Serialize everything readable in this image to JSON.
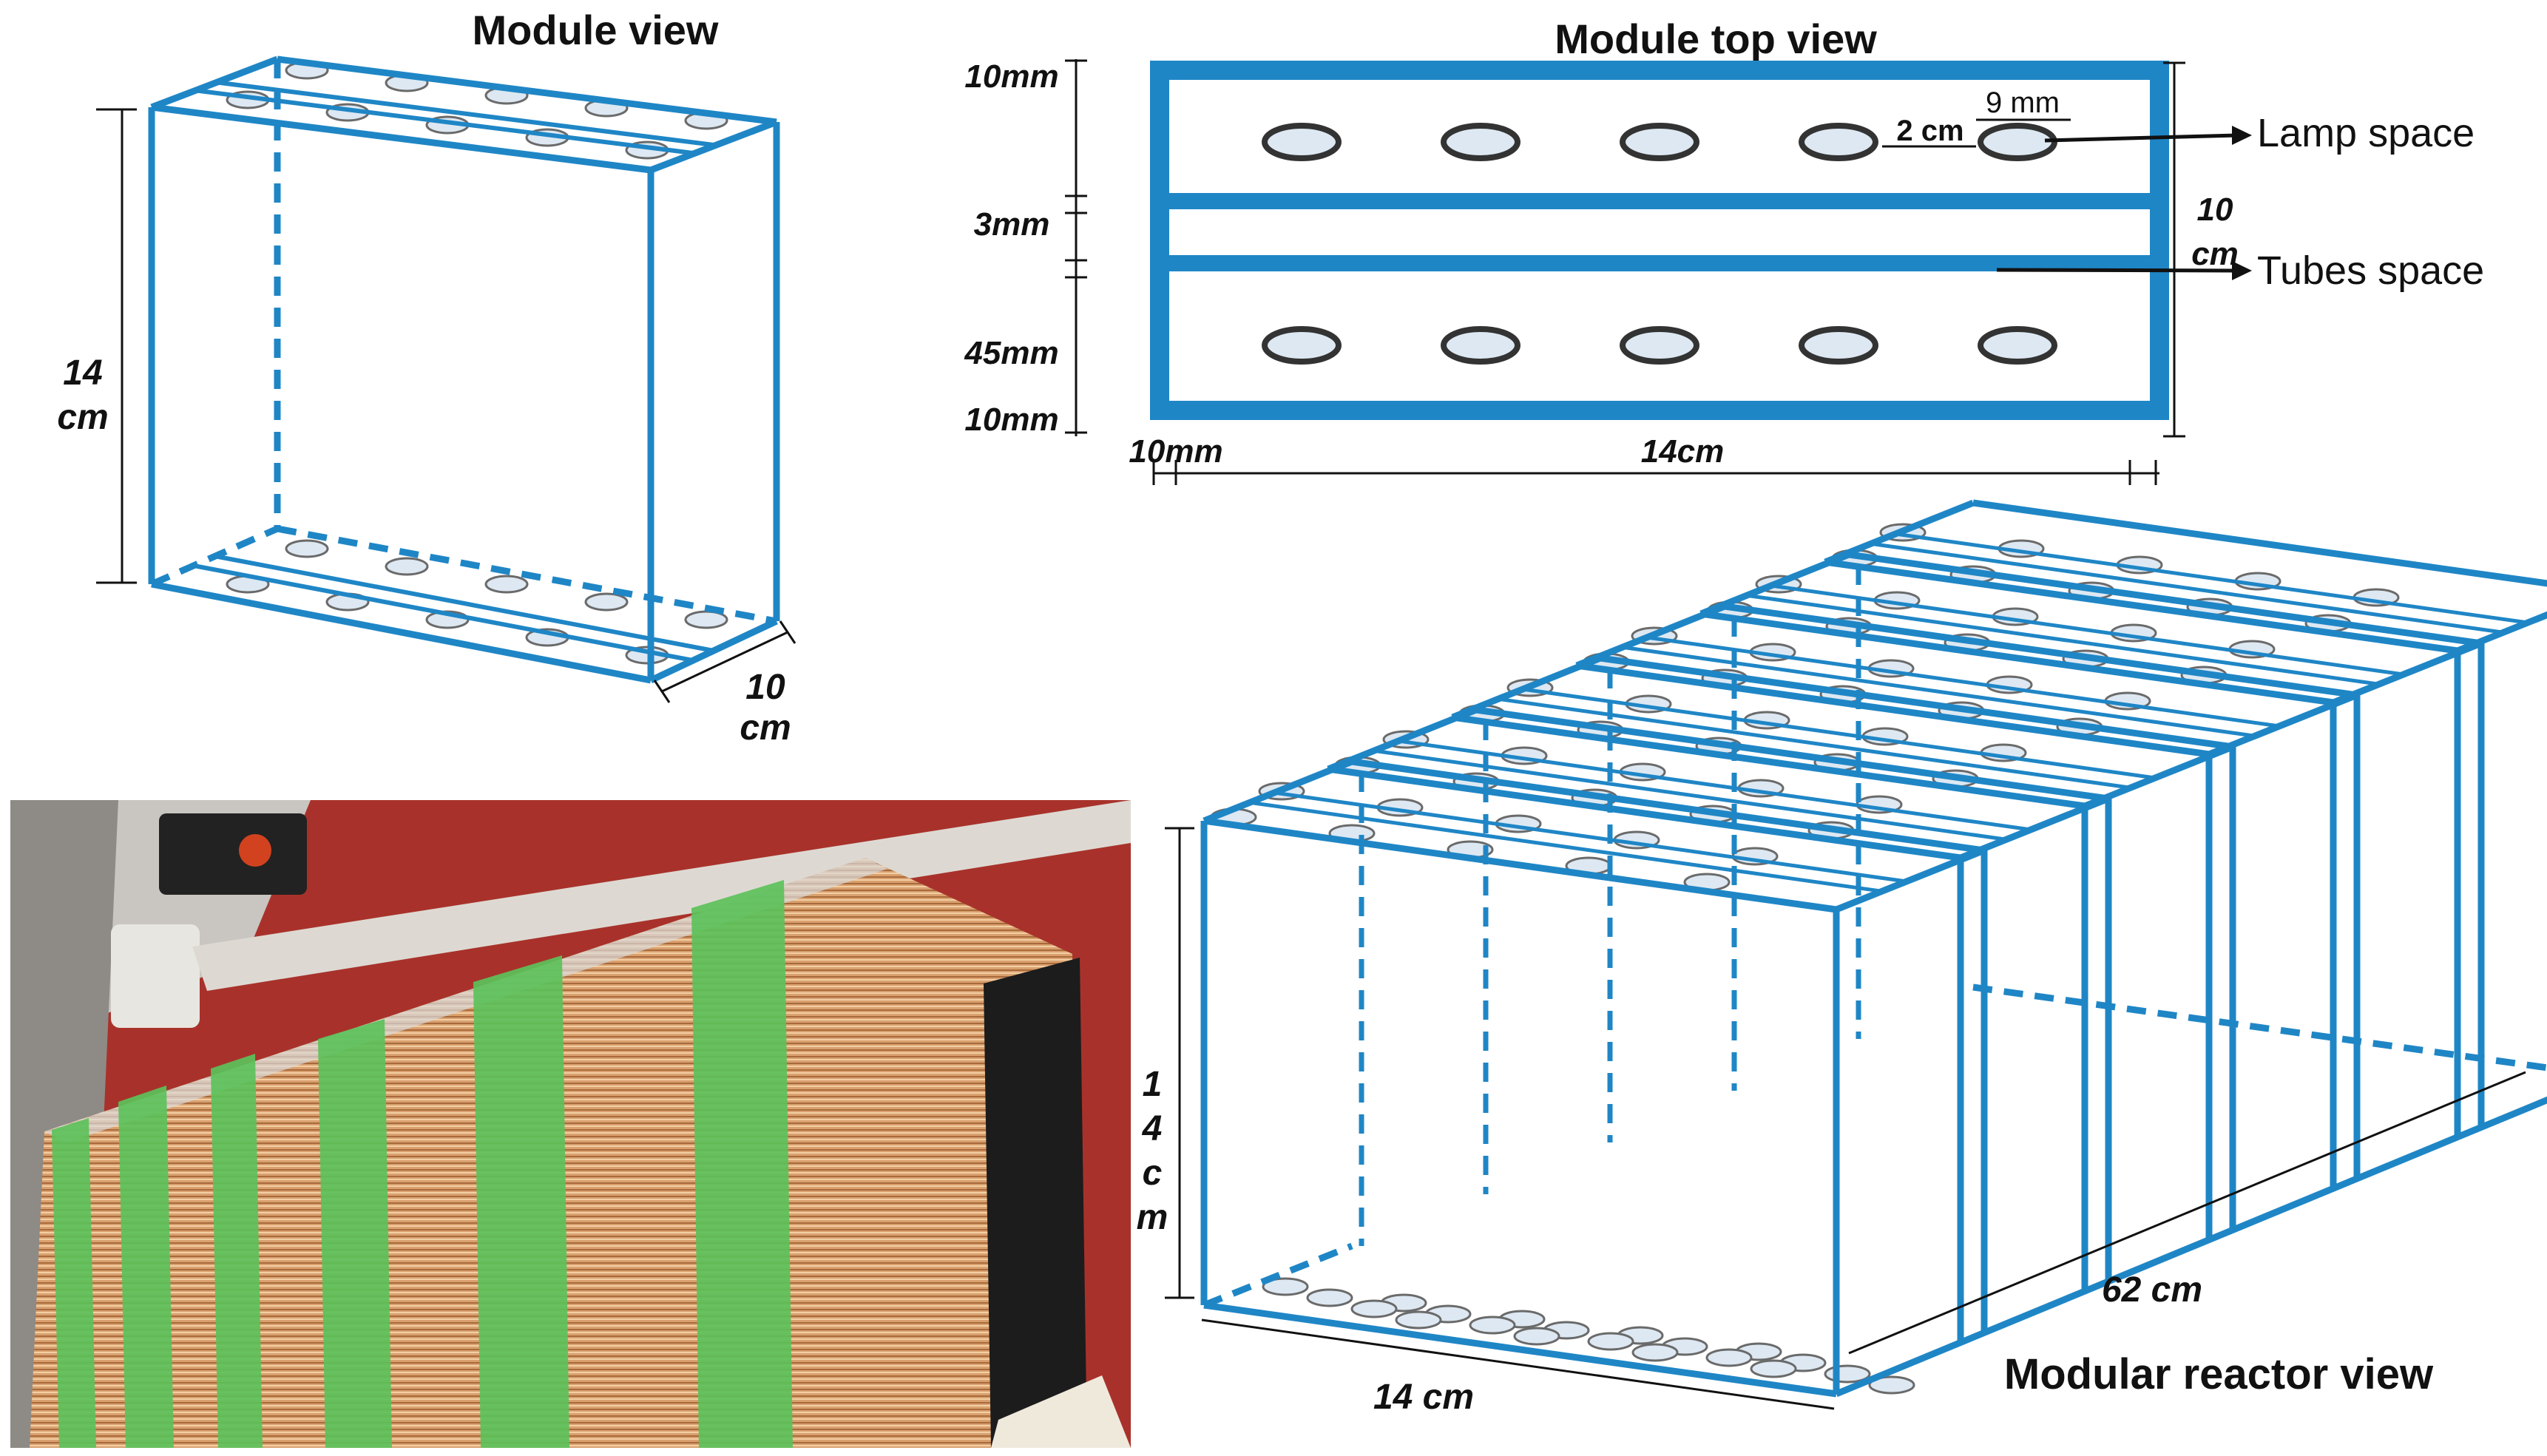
{
  "module_view": {
    "title": "Module view",
    "height_label_1": "14",
    "height_label_2": "cm",
    "depth_label_1": "10",
    "depth_label_2": "cm"
  },
  "top_view": {
    "title": "Module top view",
    "dim_wall_top": "10mm",
    "dim_gap": "3mm",
    "dim_inner": "45mm",
    "dim_wall_bottom": "10mm",
    "dim_wall_left": "10mm",
    "dim_length": "14cm",
    "dim_depth_1": "10",
    "dim_depth_2": "cm",
    "spacing_label": "2 cm",
    "diameter_label": "9 mm",
    "lamp_space_label": "Lamp space",
    "tubes_space_label": "Tubes space"
  },
  "reactor_view": {
    "title": "Modular reactor view",
    "height_chars": [
      "1",
      "4",
      "c",
      "m"
    ],
    "width_label": "14 cm",
    "length_label": "62 cm",
    "module_count": 6
  },
  "photo": {
    "name": "prototype-reactor-photo"
  },
  "colors": {
    "frame_blue": "#1f86c6",
    "hole_fill": "#dde8f2",
    "hole_edge": "#6a6a6a",
    "top_hole_edge": "#333333",
    "tape_green": "#5cc15a",
    "wall_red": "#a8322b"
  }
}
